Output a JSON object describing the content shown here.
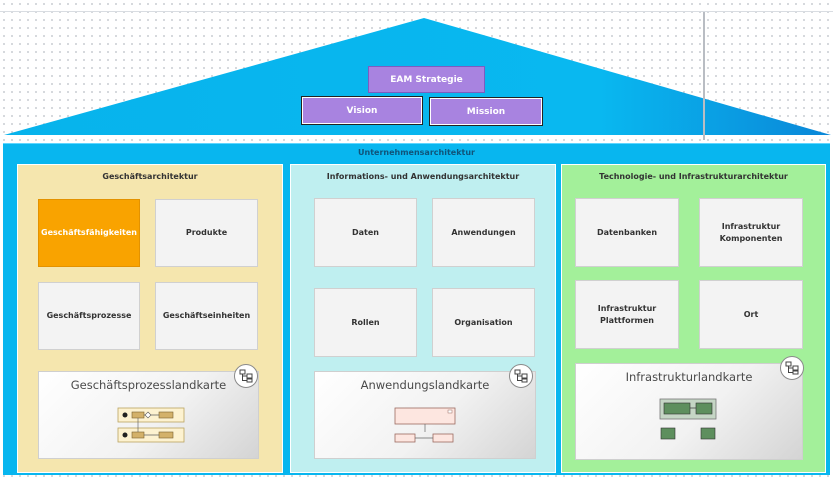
{
  "roof": {
    "strategy": "EAM Strategie",
    "vision": "Vision",
    "mission": "Mission"
  },
  "enterprise": {
    "title": "Unternehmensarchitektur",
    "sections": [
      {
        "title": "Geschäftsarchitektur",
        "boxes": [
          "Geschäftsfähigkeiten",
          "Produkte",
          "Geschäftsprozesse",
          "Geschäftseinheiten"
        ],
        "diagram": "Geschäftsprozesslandkarte"
      },
      {
        "title": "Informations- und Anwendungsarchitektur",
        "boxes": [
          "Daten",
          "Anwendungen",
          "Rollen",
          "Organisation"
        ],
        "diagram": "Anwendungslandkarte"
      },
      {
        "title": "Technologie- und Infrastrukturarchitektur",
        "boxes": [
          "Datenbanken",
          "Infrastruktur\nKomponenten",
          "Infrastruktur\nPlattformen",
          "Ort"
        ],
        "diagram": "Infrastrukturlandkarte"
      }
    ]
  },
  "colors": {
    "roof_blue": "#08b6ef",
    "purple": "#a883e0",
    "highlight_orange": "#f9a300",
    "business_bg": "#f5e6ae",
    "info_bg": "#bfeff0",
    "tech_bg": "#a3f09a"
  },
  "icons": {
    "diagram_link": "diagram-link-icon"
  }
}
